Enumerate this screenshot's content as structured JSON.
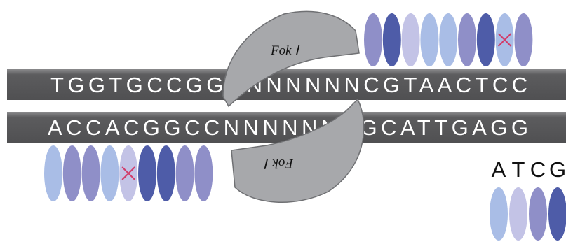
{
  "colors": {
    "strand": "#58585a",
    "strand_highlight": "#8a8a8c",
    "enzyme": "#a7a8ab",
    "enzyme_stroke": "#6f7073",
    "mismatch": "#d23c6a",
    "A": "#a9bde6",
    "T": "#c3c3e6",
    "C": "#8f8fc8",
    "G": "#4e5ca8"
  },
  "dna": {
    "top_strand": "TGGTGCCGGNNNNNNNCGTAACTCC",
    "bottom_strand": "ACCACGGCCNNNNNNNGCATTGAGG"
  },
  "enzyme": {
    "top_label": "Fok Ⅰ",
    "bottom_label": "Fok Ⅰ"
  },
  "tale_top": {
    "modules": [
      "C",
      "G",
      "T",
      "A",
      "A",
      "C",
      "G",
      "A",
      "C"
    ],
    "mismatch_index": 7
  },
  "tale_bottom": {
    "modules": [
      "A",
      "C",
      "C",
      "A",
      "T",
      "G",
      "G",
      "C",
      "C"
    ],
    "mismatch_index": 4
  },
  "legend": {
    "letters": [
      "A",
      "T",
      "C",
      "G"
    ]
  }
}
